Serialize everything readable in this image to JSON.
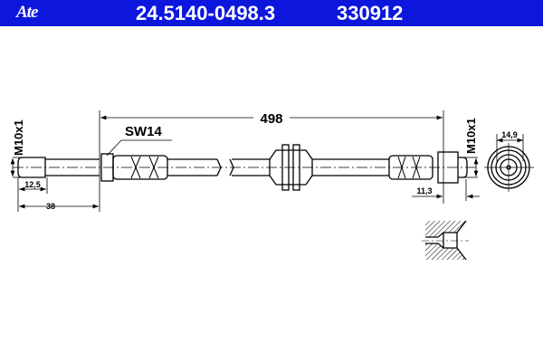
{
  "header": {
    "brand_logo": "Ate",
    "part_number": "24.5140-0498.3",
    "reference_number": "330912",
    "background_color": "#0c16dc"
  },
  "drawing": {
    "overall_length": "498",
    "wrench_size": "SW14",
    "left_thread": "M10x1",
    "right_thread": "M10x1",
    "left_thread_length": "12,5",
    "left_fitting_length": "38",
    "right_fitting_length": "11,3",
    "end_view_diameter": "14,9"
  }
}
